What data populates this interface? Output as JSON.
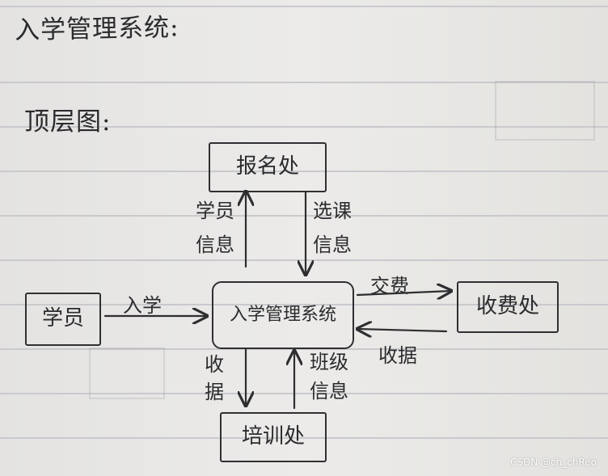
{
  "title": "入学管理系统:",
  "subtitle": "顶层图:",
  "diagram": {
    "nodes": {
      "registration": "报名处",
      "student": "学员",
      "system": "入学管理系统",
      "fee": "收费处",
      "training": "培训处"
    },
    "edges": {
      "student_info": "学员信息",
      "course_info": "选课信息",
      "enroll": "入学",
      "pay": "交费",
      "receipt_fee": "收据",
      "receipt_training": "收据",
      "class_info": "班级信息"
    }
  },
  "watermark": "CSDN @ch_chReo"
}
